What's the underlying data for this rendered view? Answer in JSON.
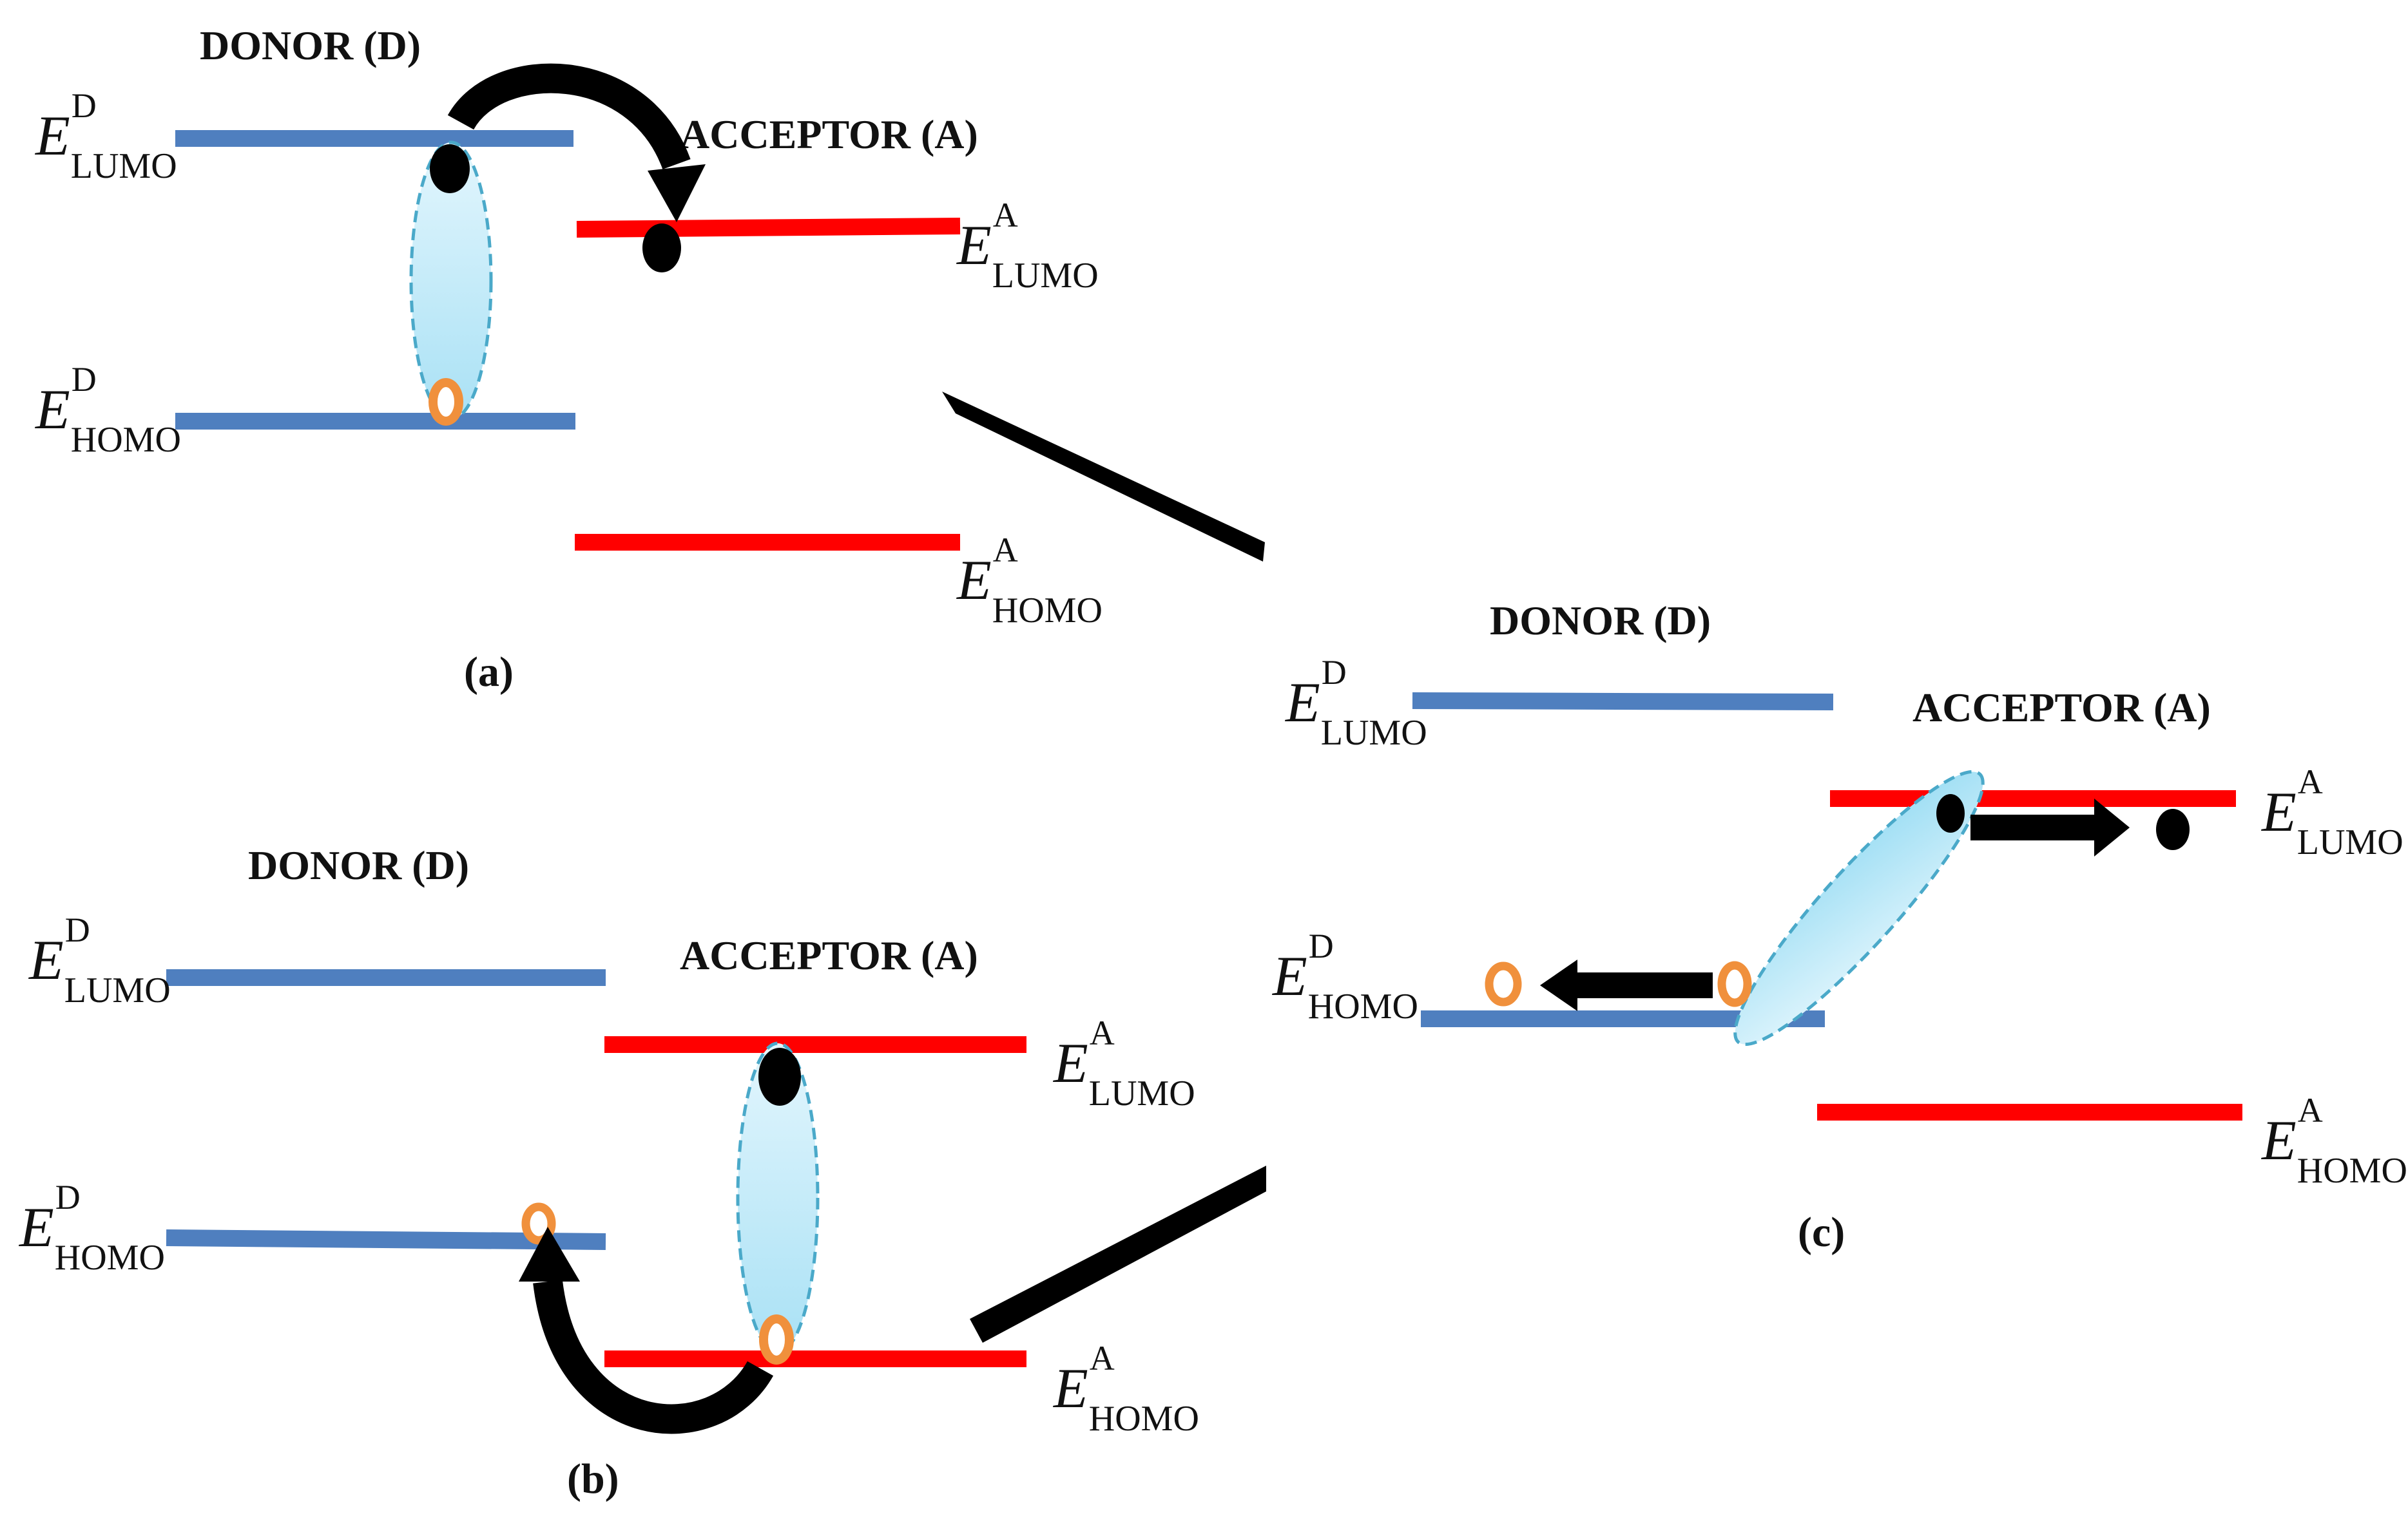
{
  "colors": {
    "donor_level": "#4f7fbf",
    "acceptor_level": "#ff0000",
    "exciton_fill": "#b5e8f7",
    "exciton_border": "#4aa9c9",
    "electron": "#000000",
    "hole": "#f0903c",
    "arrow": "#000000"
  },
  "panels": {
    "a": {
      "label": "(a)",
      "donor_title": "DONOR (D)",
      "acceptor_title": "ACCEPTOR (A)",
      "levels": {
        "d_lumo": {
          "E": "E",
          "sup": "D",
          "sub": "LUMO"
        },
        "d_homo": {
          "E": "E",
          "sup": "D",
          "sub": "HOMO"
        },
        "a_lumo": {
          "E": "E",
          "sup": "A",
          "sub": "LUMO"
        },
        "a_homo": {
          "E": "E",
          "sup": "A",
          "sub": "HOMO"
        }
      }
    },
    "b": {
      "label": "(b)",
      "donor_title": "DONOR (D)",
      "acceptor_title": "ACCEPTOR (A)",
      "levels": {
        "d_lumo": {
          "E": "E",
          "sup": "D",
          "sub": "LUMO"
        },
        "d_homo": {
          "E": "E",
          "sup": "D",
          "sub": "HOMO"
        },
        "a_lumo": {
          "E": "E",
          "sup": "A",
          "sub": "LUMO"
        },
        "a_homo": {
          "E": "E",
          "sup": "A",
          "sub": "HOMO"
        }
      }
    },
    "c": {
      "label": "(c)",
      "donor_title": "DONOR (D)",
      "acceptor_title": "ACCEPTOR (A)",
      "levels": {
        "d_lumo": {
          "E": "E",
          "sup": "D",
          "sub": "LUMO"
        },
        "d_homo": {
          "E": "E",
          "sup": "D",
          "sub": "HOMO"
        },
        "a_lumo": {
          "E": "E",
          "sup": "A",
          "sub": "LUMO"
        },
        "a_homo": {
          "E": "E",
          "sup": "A",
          "sub": "HOMO"
        }
      }
    }
  }
}
